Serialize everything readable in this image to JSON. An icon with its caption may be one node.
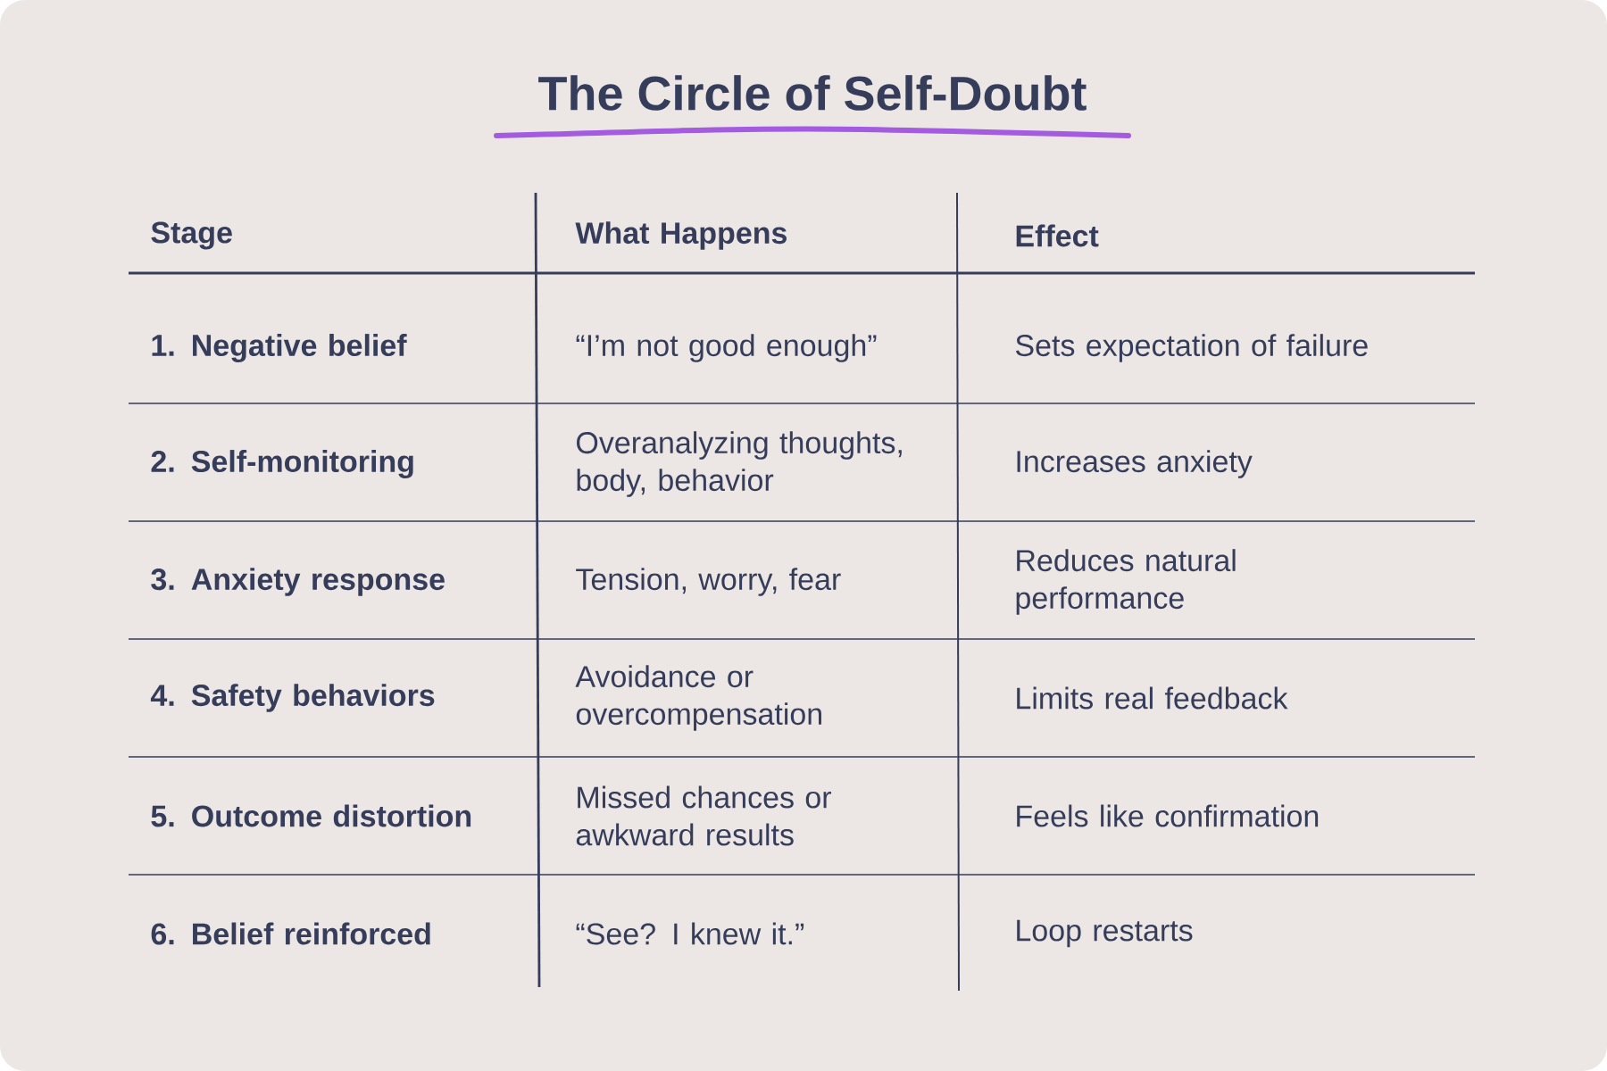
{
  "diagram": {
    "title": "The Circle of Self-Doubt",
    "labels": [
      "Stage",
      "What Happens",
      "Effect",
      "1. Negative belief",
      "“I’m not good enough”",
      "Sets expectation of failure",
      "2. Self-monitoring",
      "Overanalyzing thoughts, body, behavior",
      "Increases anxiety",
      "3. Anxiety response",
      "Tension, worry, fear",
      "Reduces natural performance",
      "4. Safety behaviors",
      "Avoidance or overcompensation",
      "Limits real feedback",
      "5. Outcome distortion",
      "Missed chances or awkward results",
      "Feels like confirmation",
      "6. Belief reinforced",
      "“See? I knew it.”",
      "Loop restarts"
    ]
  }
}
